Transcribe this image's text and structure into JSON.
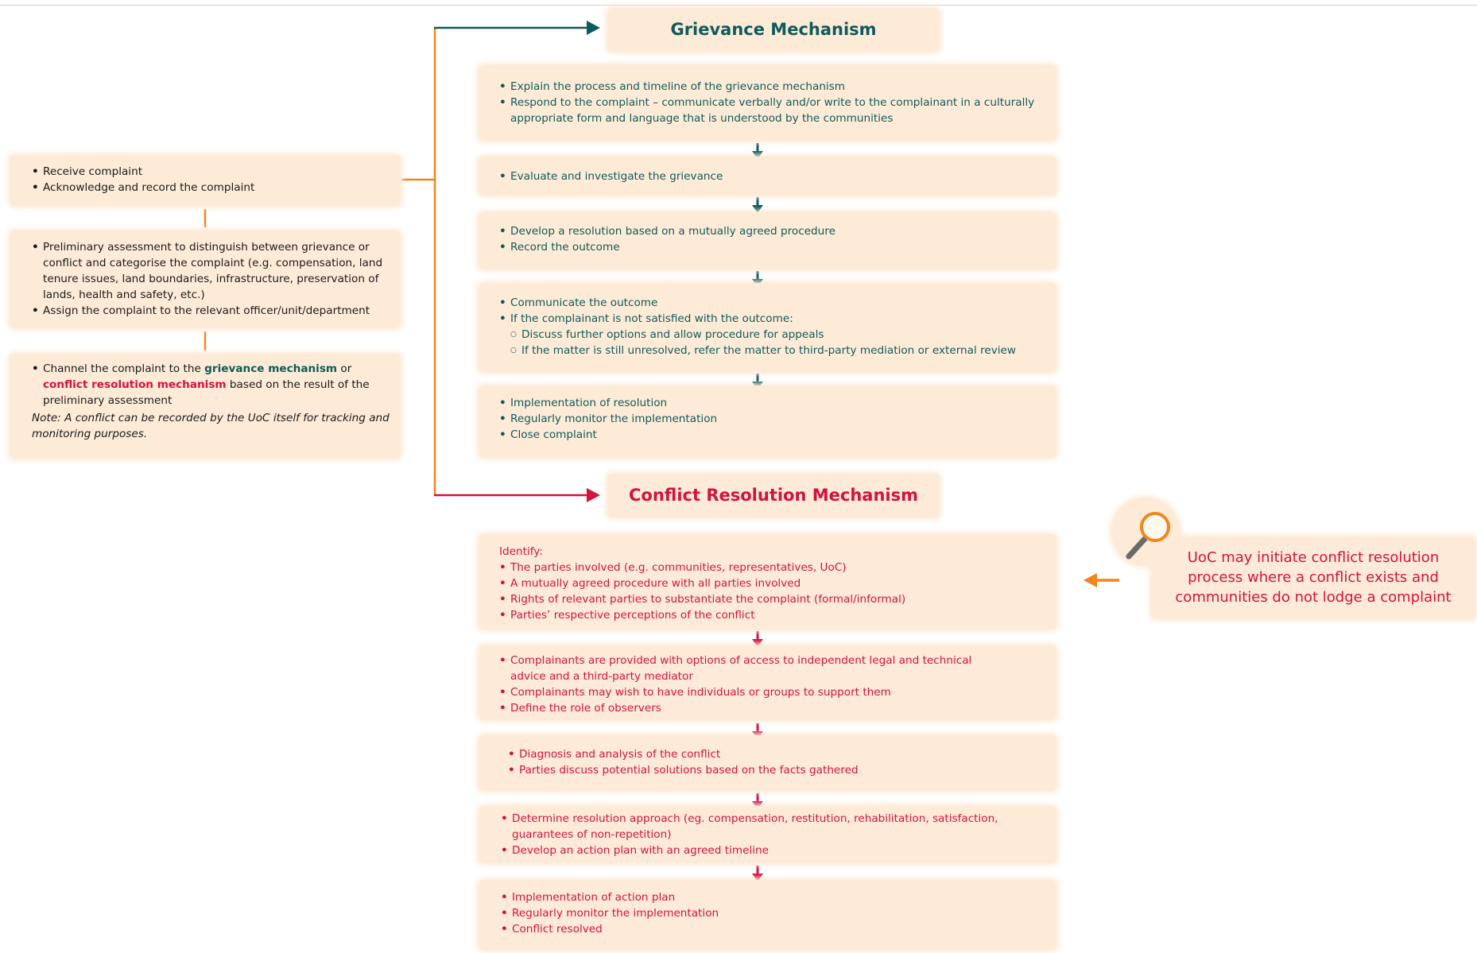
{
  "left_steps": [
    {
      "items": [
        "Receive complaint",
        "Acknowledge and record the complaint"
      ]
    },
    {
      "items": [
        "Preliminary assessment to distinguish between grievance or conflict and categorise the complaint (e.g. compensation, land tenure issues, land boundaries, infrastructure, preservation of lands, health and safety, etc.)",
        "Assign the complaint to the relevant officer/unit/department"
      ]
    },
    {
      "channel": {
        "prefix": "Channel the complaint to the ",
        "grievance_link": "grievance mechanism",
        "middle": " or ",
        "conflict_link": "conflict resolution mechanism",
        "suffix": " based on the result of the preliminary assessment"
      },
      "note": "Note: A conflict can be recorded by the UoC itself for tracking and monitoring purposes."
    }
  ],
  "grievance": {
    "title": "Grievance Mechanism",
    "steps": [
      {
        "items": [
          "Explain the process and timeline of the grievance mechanism",
          "Respond to the complaint – communicate verbally and/or write to the complainant in a culturally appropriate form and language that is understood by the communities"
        ]
      },
      {
        "items": [
          "Evaluate and investigate the grievance"
        ]
      },
      {
        "items": [
          "Develop a resolution based on a mutually agreed procedure",
          "Record the outcome"
        ]
      },
      {
        "items": [
          "Communicate the outcome",
          "If the complainant is not satisfied with the outcome:"
        ],
        "subitems": [
          "Discuss further options and allow procedure for appeals",
          "If the matter is still unresolved, refer the matter to third-party mediation or external review"
        ]
      },
      {
        "items": [
          "Implementation of resolution",
          "Regularly monitor the implementation",
          "Close complaint"
        ]
      }
    ]
  },
  "conflict": {
    "title": "Conflict Resolution Mechanism",
    "steps": [
      {
        "heading": "Identify:",
        "items": [
          "The parties involved (e.g. communities, representatives, UoC)",
          "A mutually agreed procedure with all parties involved",
          "Rights of relevant parties to substantiate the complaint (formal/informal)",
          "Parties’ respective perceptions of the conflict"
        ]
      },
      {
        "items": [
          "Complainants are provided with options of access to independent legal and technical advice and a third-party mediator",
          "Complainants may wish to have individuals or groups to support them",
          "Define the role of observers"
        ]
      },
      {
        "items": [
          "Diagnosis and analysis of the conflict",
          "Parties discuss potential solutions based on the facts gathered"
        ]
      },
      {
        "items": [
          "Determine resolution approach (eg. compensation, restitution, rehabilitation, satisfaction, guarantees of non-repetition)",
          "Develop an action plan with an agreed timeline"
        ]
      },
      {
        "items": [
          "Implementation of action plan",
          "Regularly monitor the implementation",
          "Conflict resolved"
        ]
      }
    ]
  },
  "uoc_note": "UoC may initiate conflict resolution process where a conflict exists and communities do not lodge a complaint",
  "colors": {
    "teal": "#0f5a5c",
    "red": "#d3123e",
    "orange": "#f0861c",
    "box": "#fdebd7"
  },
  "icons": {
    "magnifier": "magnifying-glass-icon"
  }
}
